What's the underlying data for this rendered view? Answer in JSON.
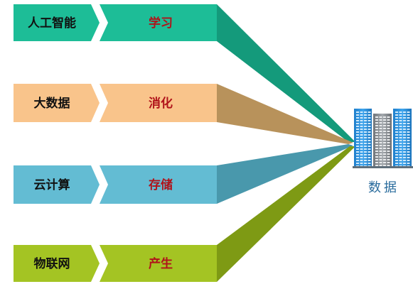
{
  "rows": [
    {
      "left": "人工智能",
      "right": "学习",
      "color_main": "#1dbd97",
      "color_dark": "#149a7b"
    },
    {
      "left": "大数据",
      "right": "消化",
      "color_main": "#f9c48b",
      "color_dark": "#b8925b"
    },
    {
      "left": "云计算",
      "right": "存储",
      "color_main": "#63bcd3",
      "color_dark": "#4998ac"
    },
    {
      "left": "物联网",
      "right": "产生",
      "color_main": "#a4c423",
      "color_dark": "#7e9a14"
    }
  ],
  "target": {
    "label": "数据"
  }
}
